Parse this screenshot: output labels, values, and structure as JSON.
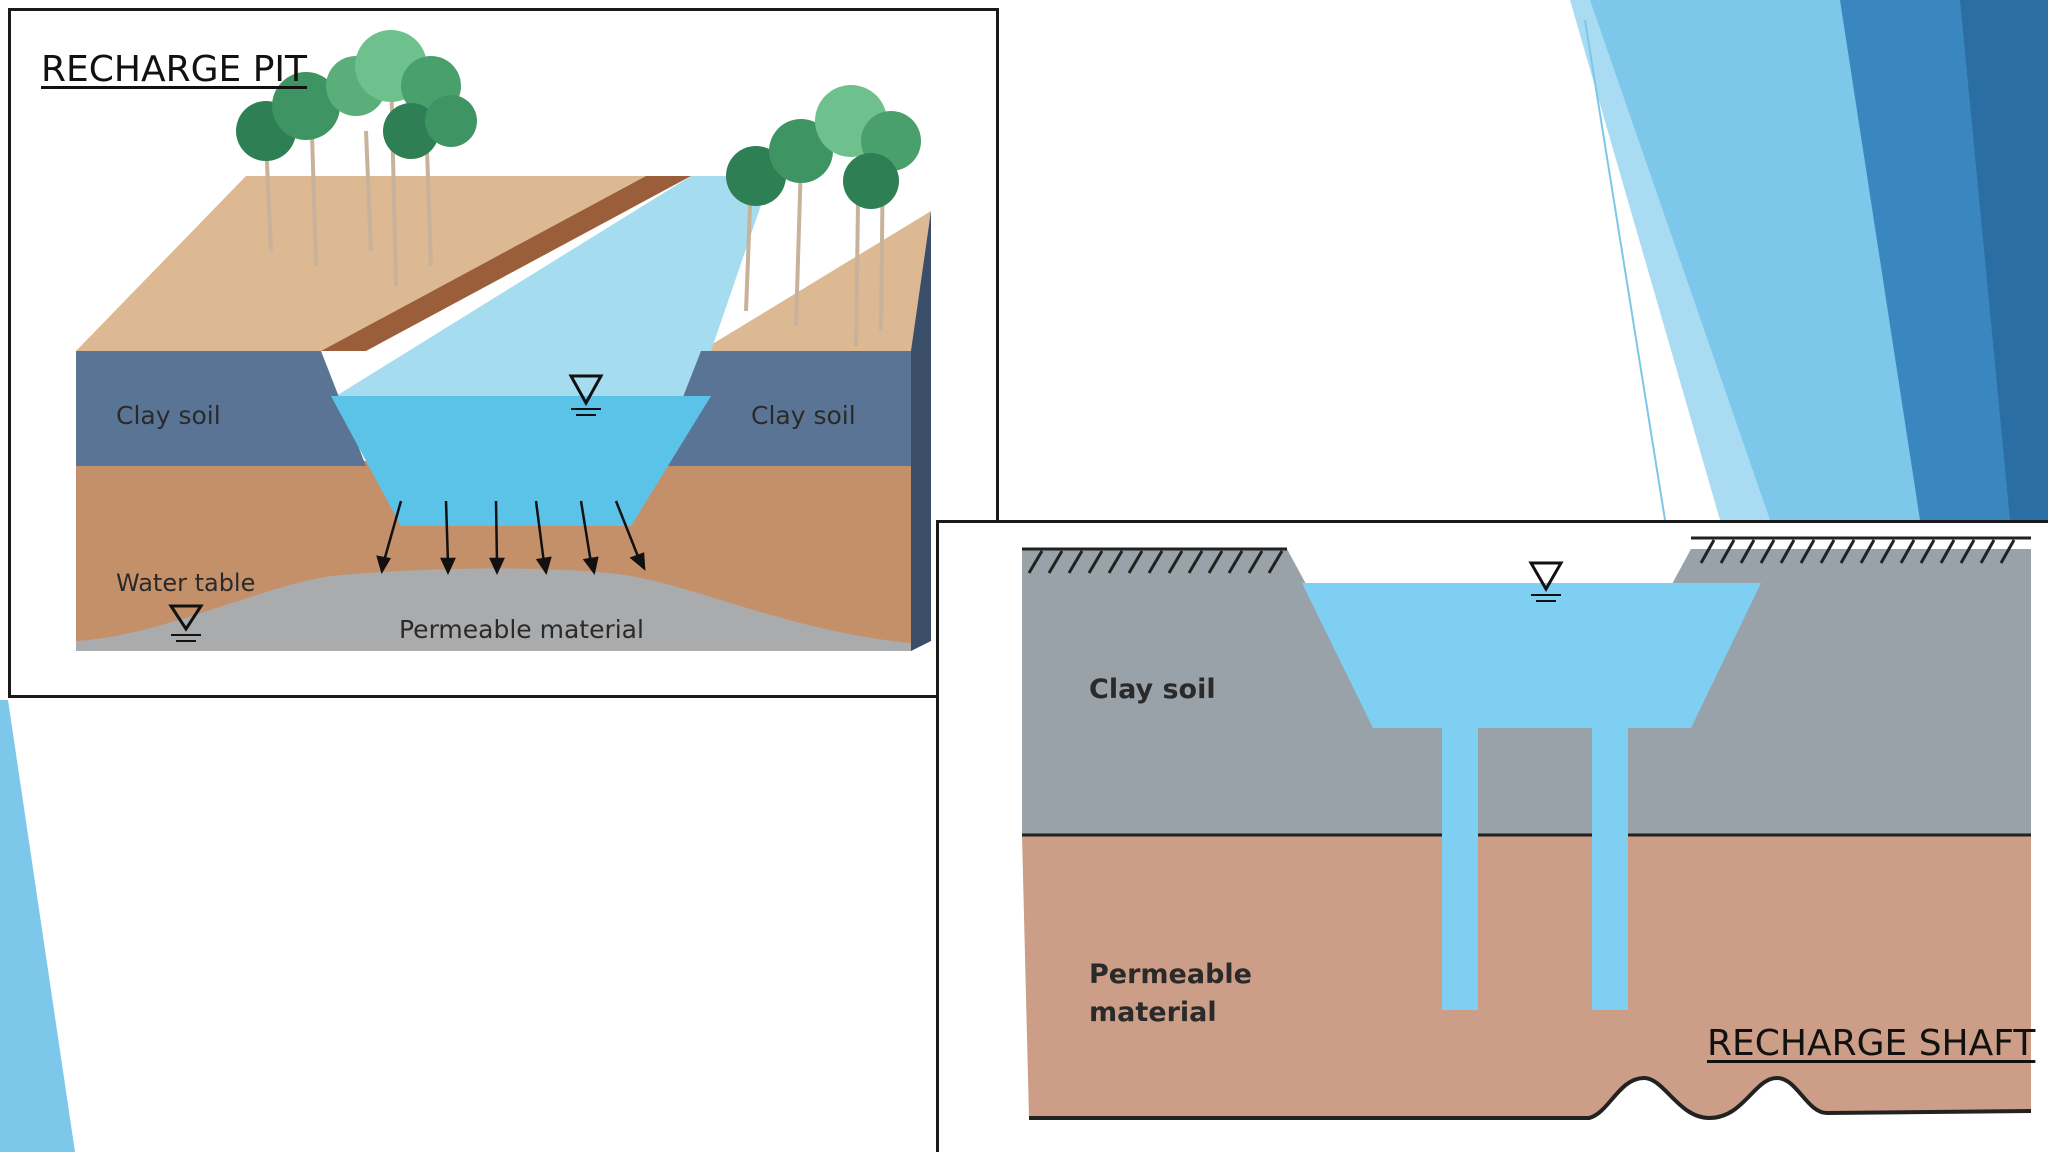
{
  "slide": {
    "accent_colors": [
      "#2b6ea3",
      "#4fa9d8",
      "#7cc7ea",
      "#a9dcf2"
    ]
  },
  "recharge_pit": {
    "title": "RECHARGE PIT",
    "labels": {
      "clay_left": "Clay soil",
      "clay_right": "Clay soil",
      "water_table": "Water table",
      "permeable": "Permeable material"
    },
    "colors": {
      "clay": "#5a7496",
      "subsoil": "#c4906a",
      "topsoil": "#dcb893",
      "water": "#5cc3e8",
      "permeable": "#a9abad"
    }
  },
  "recharge_shaft": {
    "title": "RECHARGE SHAFT",
    "labels": {
      "clay": "Clay soil",
      "permeable_line1": "Permeable",
      "permeable_line2": "material"
    },
    "colors": {
      "clay": "#99a2a8",
      "permeable": "#cd9e87",
      "water": "#7fcff2"
    }
  }
}
